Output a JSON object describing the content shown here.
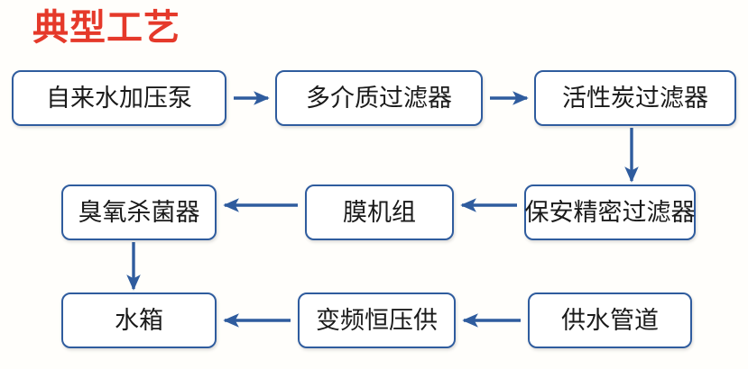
{
  "title": "典型工艺",
  "colors": {
    "title_red": "#e5392a",
    "node_border_blue": "#2f5c9e",
    "edge_blue": "#2f5c9e",
    "node_fill": "#ffffff",
    "background": "#fffefb"
  },
  "diagram": {
    "type": "flowchart",
    "direction": "boustrophedon",
    "rows": [
      {
        "flow": "left-to-right",
        "nodes": [
          {
            "id": "tapwater-pump",
            "label": "自来水加压泵"
          },
          {
            "id": "multimedia-filter",
            "label": "多介质过滤器"
          },
          {
            "id": "carbon-filter",
            "label": "活性炭过滤器"
          }
        ]
      },
      {
        "flow": "right-to-left",
        "nodes": [
          {
            "id": "ozone-sterilizer",
            "label": "臭氧杀菌器"
          },
          {
            "id": "membrane-unit",
            "label": "膜机组"
          },
          {
            "id": "security-filter",
            "label": "保安精密过滤器"
          }
        ]
      },
      {
        "flow": "right-to-left",
        "nodes": [
          {
            "id": "water-tank",
            "label": "水箱"
          },
          {
            "id": "vfd-supply",
            "label": "变频恒压供"
          },
          {
            "id": "supply-pipeline",
            "label": "供水管道"
          }
        ]
      }
    ],
    "edges": [
      {
        "from": "tapwater-pump",
        "to": "multimedia-filter",
        "direction": "right"
      },
      {
        "from": "multimedia-filter",
        "to": "carbon-filter",
        "direction": "right"
      },
      {
        "from": "carbon-filter",
        "to": "security-filter",
        "direction": "down"
      },
      {
        "from": "security-filter",
        "to": "membrane-unit",
        "direction": "left"
      },
      {
        "from": "membrane-unit",
        "to": "ozone-sterilizer",
        "direction": "left"
      },
      {
        "from": "ozone-sterilizer",
        "to": "water-tank",
        "direction": "down"
      },
      {
        "from": "supply-pipeline",
        "to": "vfd-supply",
        "direction": "left"
      },
      {
        "from": "vfd-supply",
        "to": "water-tank",
        "direction": "left"
      }
    ]
  }
}
